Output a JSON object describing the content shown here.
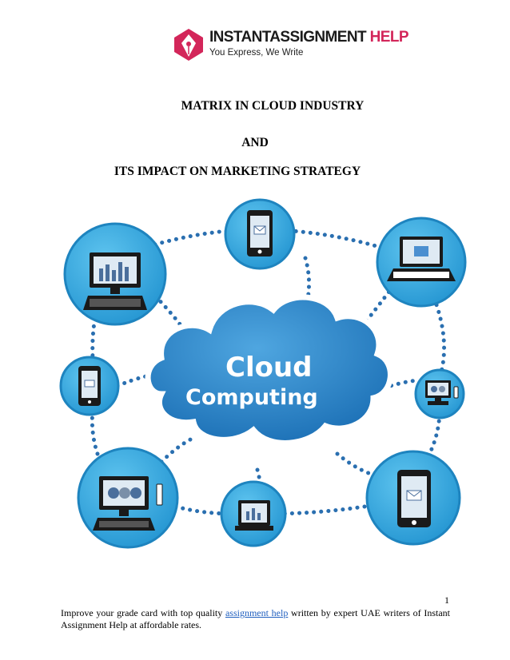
{
  "header": {
    "brand_main": "INSTANTASSIGNMENT",
    "brand_accent": " HELP",
    "tagline": "You Express, We Write"
  },
  "title": {
    "line1": "MATRIX IN CLOUD INDUSTRY",
    "line2": "AND",
    "line3": "ITS IMPACT ON MARKETING STRATEGY"
  },
  "diagram": {
    "cloud_line1": "Cloud",
    "cloud_line2": "Computing",
    "colors": {
      "circle": "#3aaee0",
      "circle_edge": "#2b8fc4",
      "cloud": "#1f7bc2",
      "dots": "#2a6fb0"
    },
    "devices": [
      "desktop-icon",
      "tablet-icon",
      "laptop-icon",
      "phone-icon",
      "monitor-icon",
      "desktop-icon",
      "tablet-icon",
      "tablet-icon"
    ]
  },
  "page_number": "1",
  "footer": {
    "text_before": "Improve your grade card with top quality ",
    "link_text": "assignment help",
    "text_after": " written by expert UAE writers of Instant Assignment Help at affordable rates."
  }
}
